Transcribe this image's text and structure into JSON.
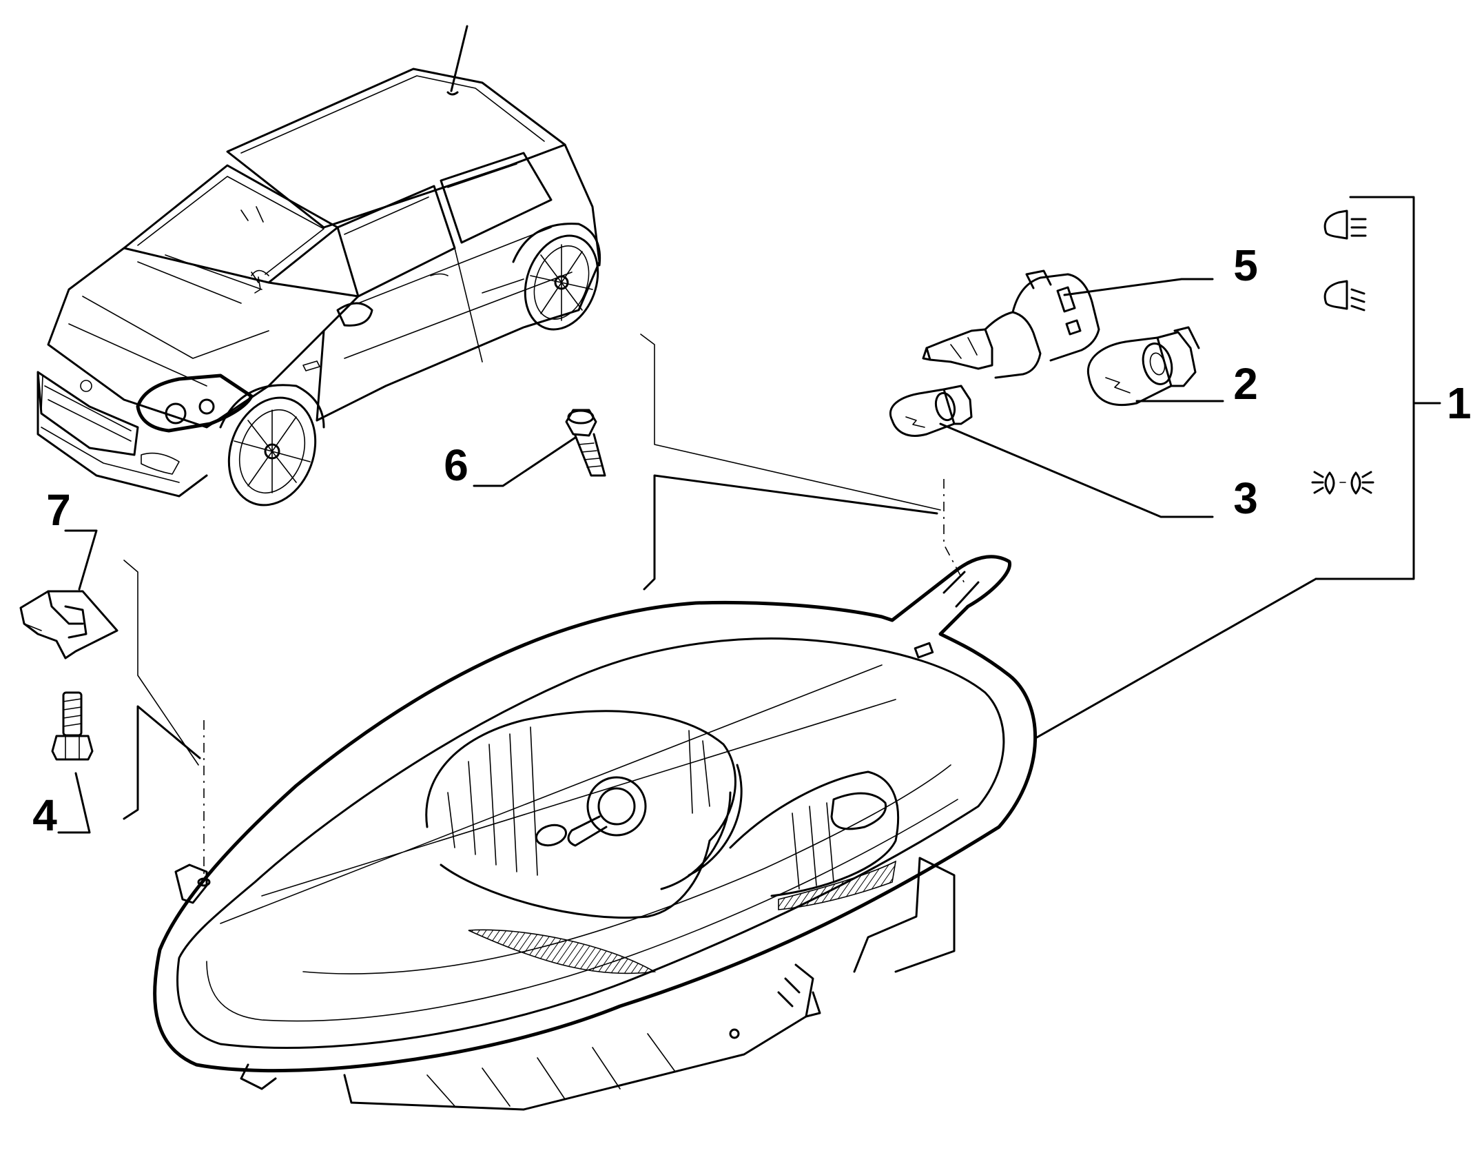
{
  "callouts": [
    {
      "id": "1",
      "label": "1"
    },
    {
      "id": "2",
      "label": "2"
    },
    {
      "id": "3",
      "label": "3"
    },
    {
      "id": "4",
      "label": "4"
    },
    {
      "id": "5",
      "label": "5"
    },
    {
      "id": "6",
      "label": "6"
    },
    {
      "id": "7",
      "label": "7"
    }
  ],
  "symbols": {
    "main_beam": "headlight-main-beam-icon",
    "dipped_beam": "headlight-dipped-beam-icon",
    "side_lights": "side-lights-icon"
  }
}
